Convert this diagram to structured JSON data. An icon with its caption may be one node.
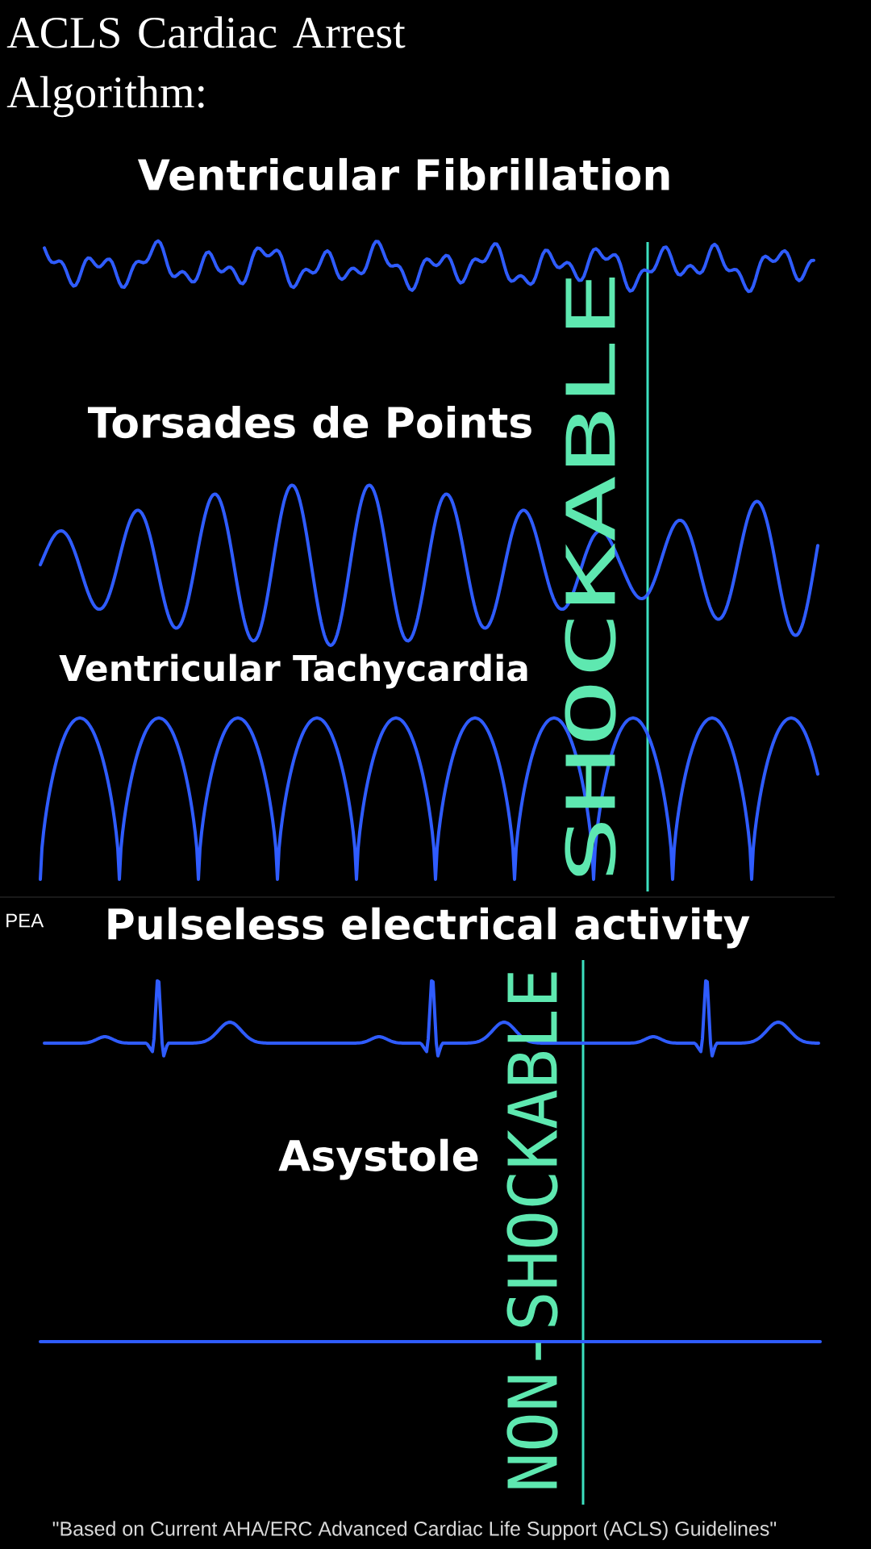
{
  "diagram": {
    "title": "ACLS Cardiac Arrest Algorithm:",
    "caption": "\"Based on Current AHA/ERC Advanced Cardiac Life Support (ACLS) Guidelines\"",
    "labels": [
      "Ventricular Fibrillation",
      "Torsades de Points",
      "Ventricular Tachycardia",
      "PEA",
      "Pulseless electrical activity",
      "Asystole",
      "SHOCKABLE",
      "NON-SHOCKABLE"
    ]
  }
}
